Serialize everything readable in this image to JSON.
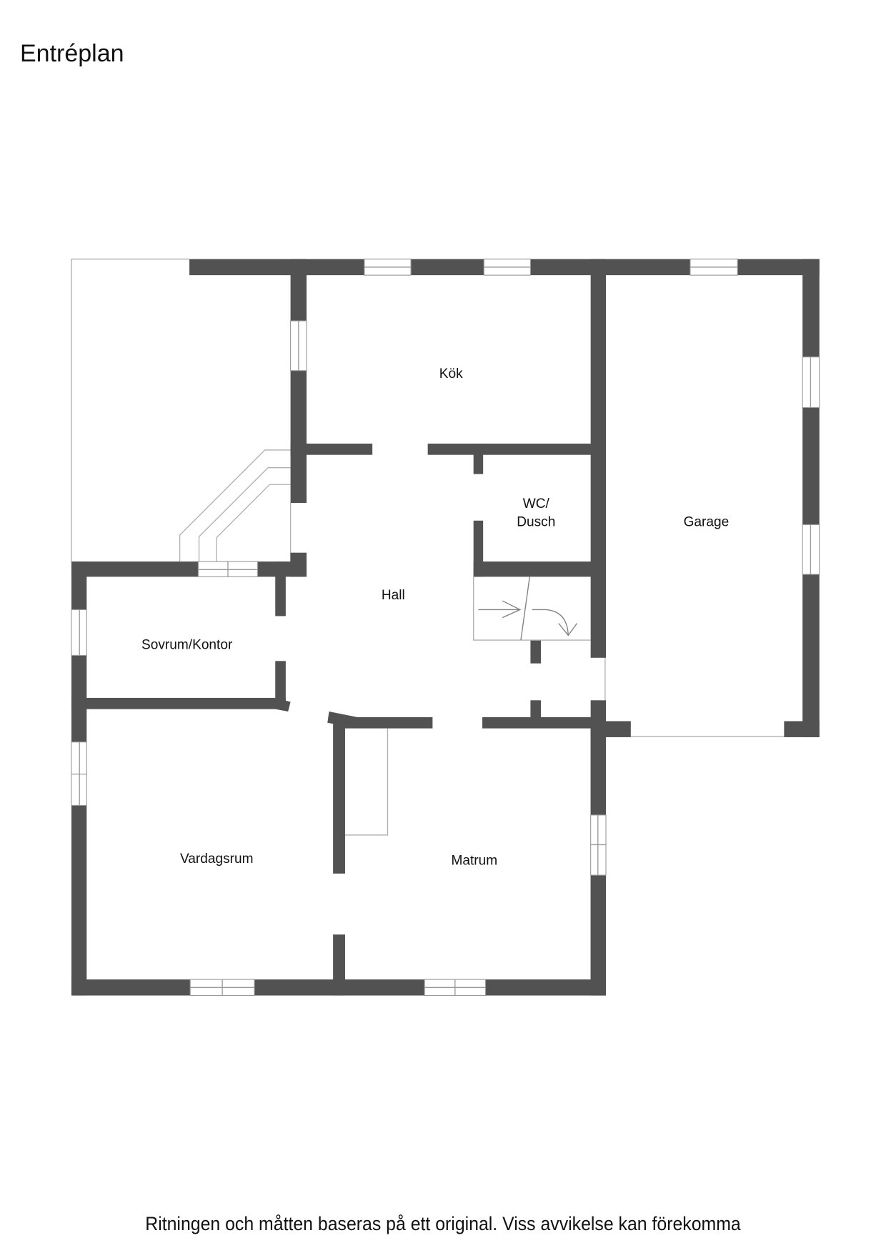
{
  "header": {
    "title": "Entréplan"
  },
  "floorplan": {
    "wall_color": "#525252",
    "rooms": [
      {
        "id": "kok",
        "label": "Kök"
      },
      {
        "id": "wc",
        "label_line1": "WC/",
        "label_line2": "Dusch"
      },
      {
        "id": "garage",
        "label": "Garage"
      },
      {
        "id": "hall",
        "label": "Hall"
      },
      {
        "id": "sovrum",
        "label": "Sovrum/Kontor"
      },
      {
        "id": "vardagsrum",
        "label": "Vardagsrum"
      },
      {
        "id": "matrum",
        "label": "Matrum"
      }
    ]
  },
  "footer": {
    "note": "Ritningen och måtten baseras på ett original. Viss avvikelse kan förekomma"
  }
}
